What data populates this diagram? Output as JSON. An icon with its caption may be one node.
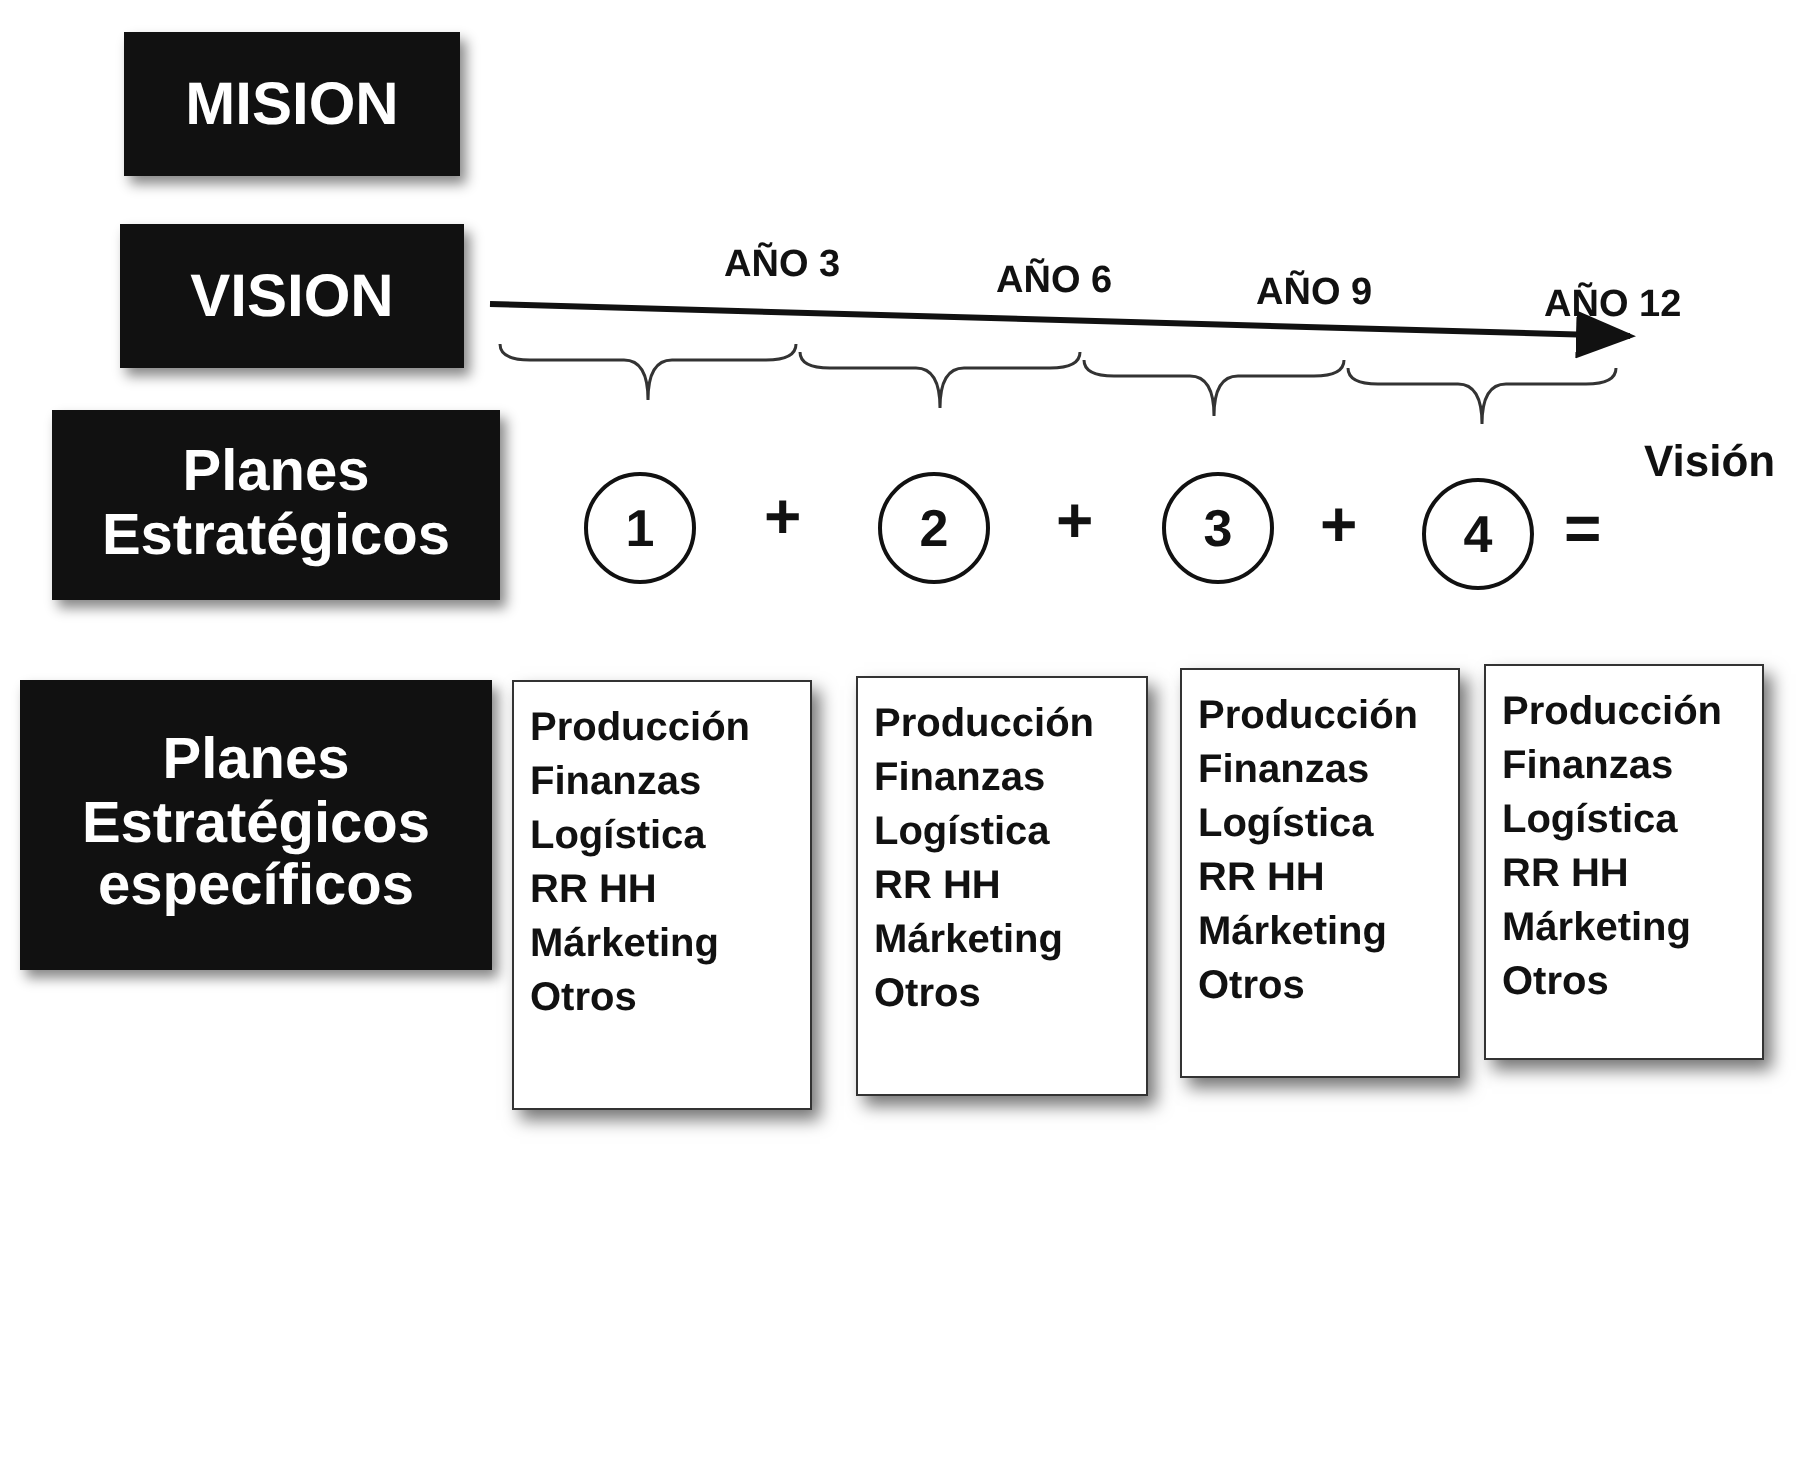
{
  "diagram": {
    "nodes": [
      {
        "text": [
          "MISION"
        ]
      },
      {
        "text": [
          "VISION"
        ]
      },
      {
        "text": [
          "Planes Estratégicos"
        ]
      },
      {
        "text": [
          "Planes Estratégicos específicos"
        ]
      },
      {
        "text": [
          "1"
        ]
      },
      {
        "text": [
          "2"
        ]
      },
      {
        "text": [
          "3"
        ]
      },
      {
        "text": [
          "4"
        ]
      },
      {
        "text": [
          "Visión"
        ]
      },
      {
        "text": [
          "Producción",
          "Finanzas",
          "Logística",
          "RR HH",
          "Márketing",
          "Otros"
        ]
      },
      {
        "text": [
          "Producción",
          "Finanzas",
          "Logística",
          "RR HH",
          "Márketing",
          "Otros"
        ]
      },
      {
        "text": [
          "Producción",
          "Finanzas",
          "Logística",
          "RR HH",
          "Márketing",
          "Otros"
        ]
      },
      {
        "text": [
          "Producción",
          "Finanzas",
          "Logística",
          "RR HH",
          "Márketing",
          "Otros"
        ]
      }
    ],
    "edges": [],
    "labels": [
      "AÑO 3",
      "AÑO 6",
      "AÑO 9",
      "AÑO 12",
      "+",
      "+",
      "+",
      "="
    ]
  }
}
